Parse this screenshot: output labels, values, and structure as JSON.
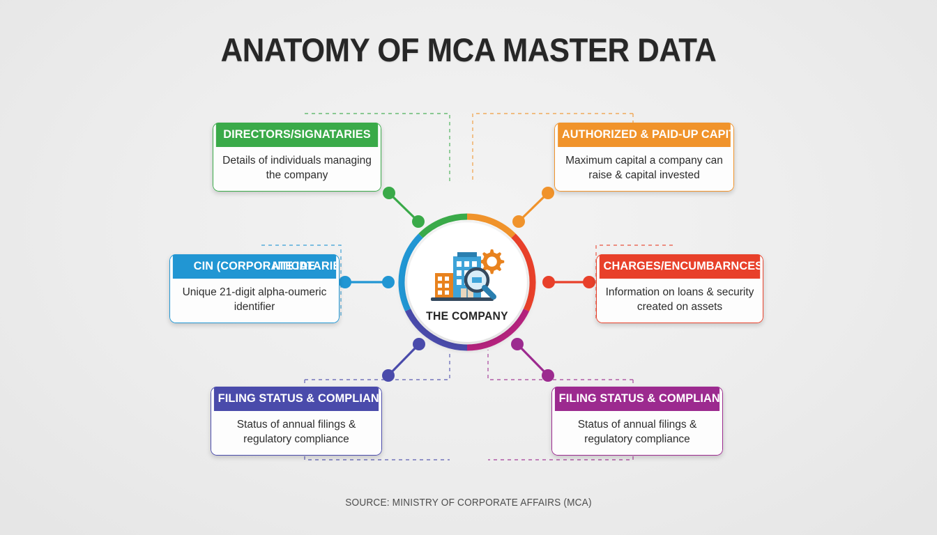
{
  "title": "ANATOMY OF MCA MASTER DATA",
  "source": "SOURCE: MINISTRY OF CORPORATE AFFAIRS (MCA)",
  "hub": {
    "label": "THE COMPANY",
    "icon": "company-buildings-gear-magnifier-icon",
    "ring_colors": [
      "#3aaa49",
      "#f0932b",
      "#e8402a",
      "#b5237e",
      "#4a4bab",
      "#2196d3"
    ]
  },
  "cards": [
    {
      "id": "directors",
      "heading": "DIRECTORS/SIGNATARIES",
      "body": "Details of individuals managing the company",
      "color": "#3aaa49"
    },
    {
      "id": "capital",
      "heading": "AUTHORIZED & PAID-UP CAPITAL",
      "body": "Maximum capital a company can raise & capital invested",
      "color": "#f0932b"
    },
    {
      "id": "cin",
      "heading": "CIN (CORPORATE IDE",
      "heading_overlap": "NTICATARIES",
      "body": "Unique 21-digit alpha-oumeric identifier",
      "color": "#2196d3"
    },
    {
      "id": "charges",
      "heading": "CHARGES/ENCUMBARNCES",
      "body": "Information on loans & security created on assets",
      "color": "#e8402a"
    },
    {
      "id": "filing-1",
      "heading": "FILING STATUS & COMPLIANCE",
      "body": "Status of annual filings & regulatory compliance",
      "color": "#4a4bab"
    },
    {
      "id": "filing-2",
      "heading": "FILING STATUS & COMPLIANCE",
      "body": "Status of annual filings & regulatory compliance",
      "color": "#9c2a8f"
    }
  ]
}
